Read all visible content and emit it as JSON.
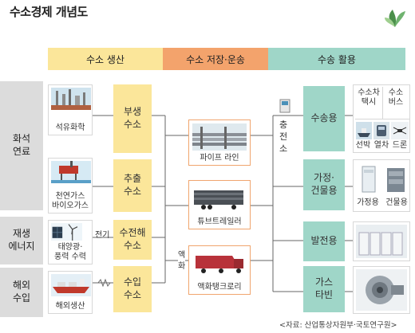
{
  "title": "수소경제 개념도",
  "headers": {
    "production": "수소 생산",
    "storage": "수소 저장·운송",
    "usage": "수송 활용"
  },
  "categories": {
    "fossil": "화석\n연료",
    "renewable": "재생\n에너지",
    "overseas": "해외\n수입"
  },
  "sources": {
    "petrochem": "석유화학",
    "natural_gas": "천연가스\n바이오가스",
    "solar_wind": "태양광·\n풍력 수력",
    "overseas_prod": "해외생산"
  },
  "methods": {
    "byproduct": "부생\n수소",
    "extraction": "추출\n수소",
    "electrolysis": "수전해\n수소",
    "import": "수입\n수소"
  },
  "electricity_label": "전기",
  "transport": {
    "pipeline": "파이프 라인",
    "tube_trailer": "튜브트레일러",
    "liquid_tank": "액화탱크로리"
  },
  "liquefaction_label": "액\n화",
  "charging_label": "충\n전\n소",
  "uses": {
    "transport": "수송용",
    "home_building": "가정·\n건물용",
    "power": "발전용",
    "gas_turbine": "가스\n타빈"
  },
  "transport_detail": {
    "taxi": "수소차\n택시",
    "bus": "수소\n버스",
    "ship": "선박",
    "train": "열차",
    "drone": "드론"
  },
  "building_detail": {
    "home": "가정용",
    "building": "건물용"
  },
  "source_note": "<자료: 산업통상자원부·국토연구원>",
  "colors": {
    "production": "#fbe69a",
    "storage": "#f3a36c",
    "usage": "#9fd6c8",
    "category": "#dcdcdc"
  }
}
